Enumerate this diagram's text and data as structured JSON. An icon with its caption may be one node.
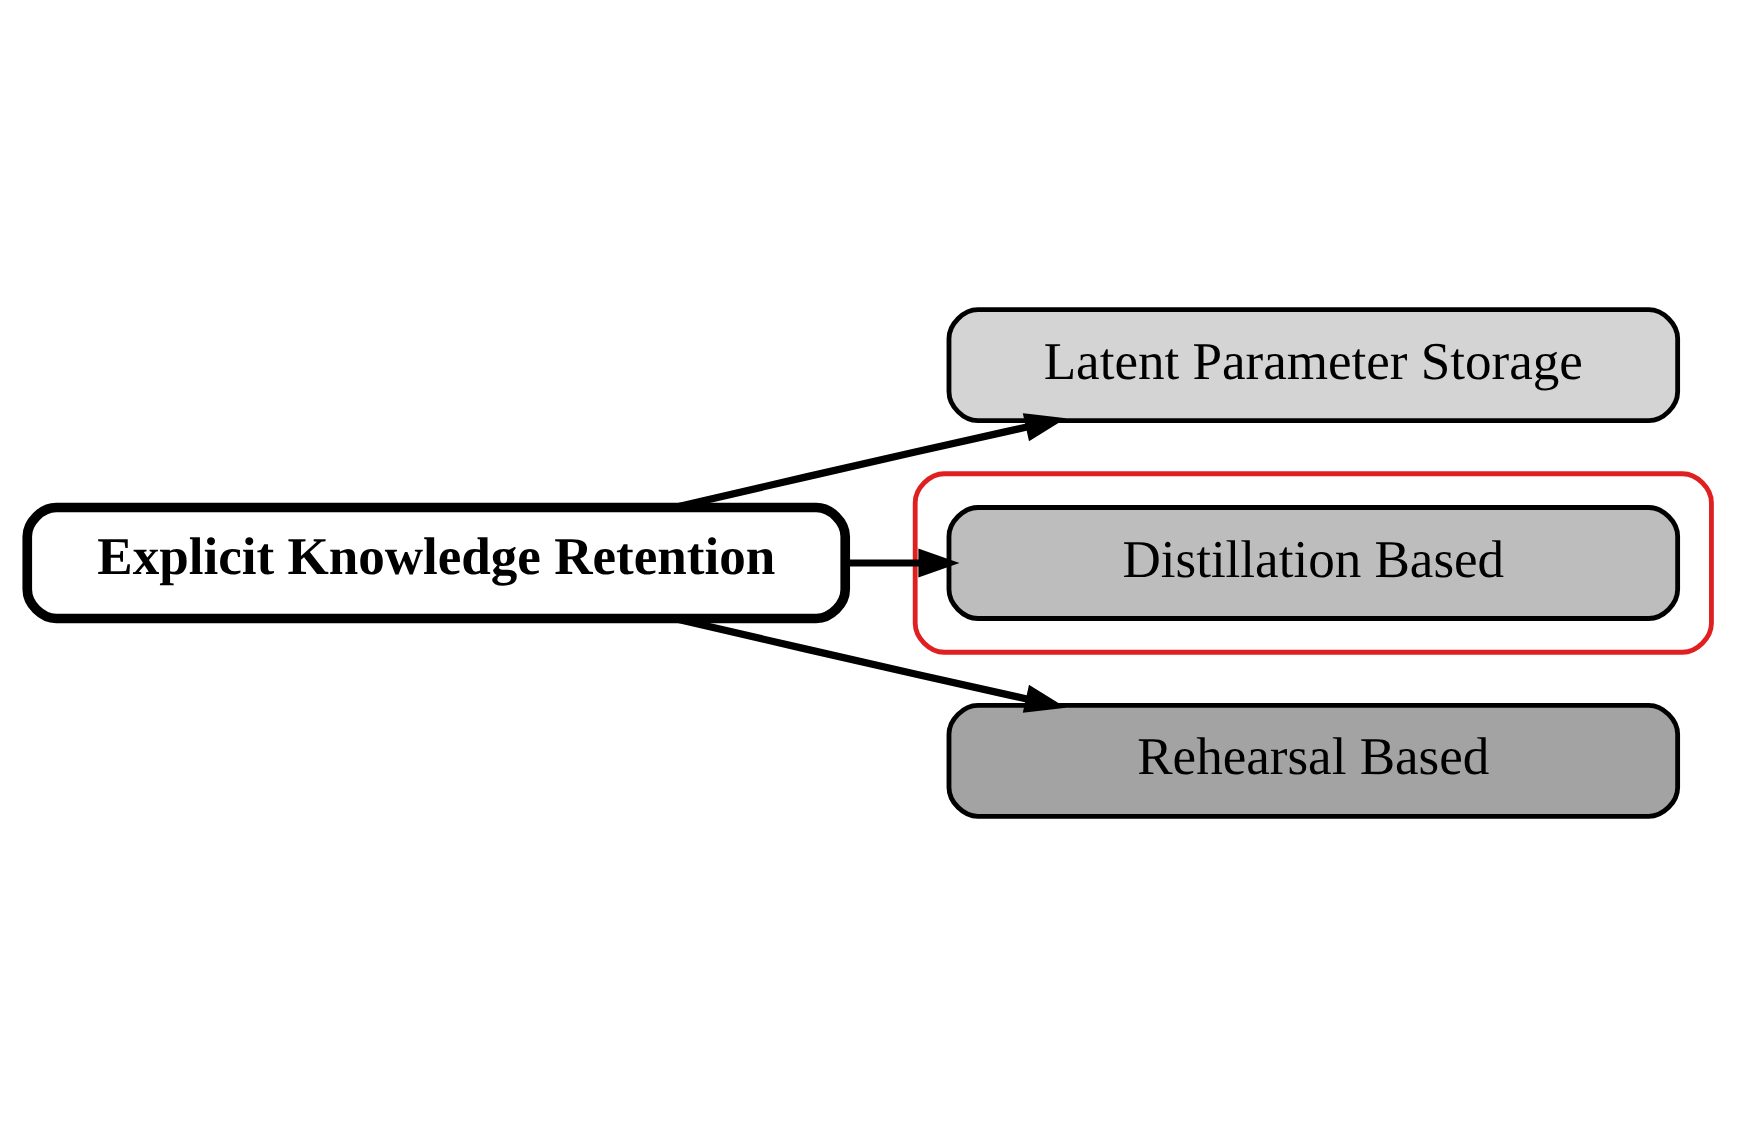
{
  "diagram": {
    "nodes": [
      {
        "text": [
          "Explicit Knowledge Retention"
        ]
      },
      {
        "text": [
          "Latent Parameter Storage"
        ]
      },
      {
        "text": [],
        "shape": "box"
      },
      {
        "text": [
          "Distillation Based"
        ],
        "in": 2
      },
      {
        "text": [
          "Rehearsal Based"
        ]
      }
    ],
    "edges": [
      {
        "from": 0,
        "to": 1,
        "arrow": "to"
      },
      {
        "from": 0,
        "to": 3,
        "arrow": "to"
      },
      {
        "from": 0,
        "to": 4,
        "arrow": "to"
      }
    ]
  }
}
